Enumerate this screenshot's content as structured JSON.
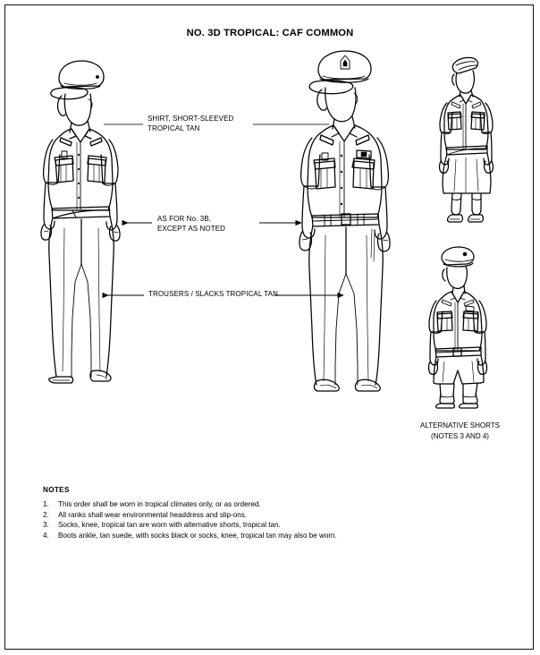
{
  "document": {
    "title": "NO. 3D TROPICAL: CAF COMMON"
  },
  "annotations": {
    "shirt": "SHIRT, SHORT-SLEEVED\nTROPICAL TAN",
    "as_for": "AS FOR No. 3B,\nEXCEPT AS NOTED",
    "trousers": "TROUSERS / SLACKS TROPICAL TAN"
  },
  "captions": {
    "alternative_shorts": "ALTERNATIVE SHORTS\n(NOTES 3 AND 4)"
  },
  "notes": {
    "heading": "NOTES",
    "items": [
      {
        "number": "1.",
        "text": "This order shall be worn in tropical climates only, or as ordered."
      },
      {
        "number": "2.",
        "text": "All ranks shall wear environmental headdress and slip-ons."
      },
      {
        "number": "3.",
        "text": "Socks, knee, tropical tan are worn with alternative shorts, tropical tan."
      },
      {
        "number": "4.",
        "text": "Boots ankle, tan suede, with socks black or socks, knee, tropical tan may also be worn."
      }
    ]
  },
  "figures": {
    "female_slacks": "female-figure-slacks-peaked-cap",
    "male_slacks": "male-figure-slacks-peaked-cap",
    "female_skirt": "female-figure-skirt-wedge-cap-knee-socks",
    "male_shorts": "male-figure-shorts-beret-knee-socks"
  },
  "colors": {
    "ink": "#000000",
    "paper": "#ffffff",
    "leader": "#3a3a3a"
  }
}
